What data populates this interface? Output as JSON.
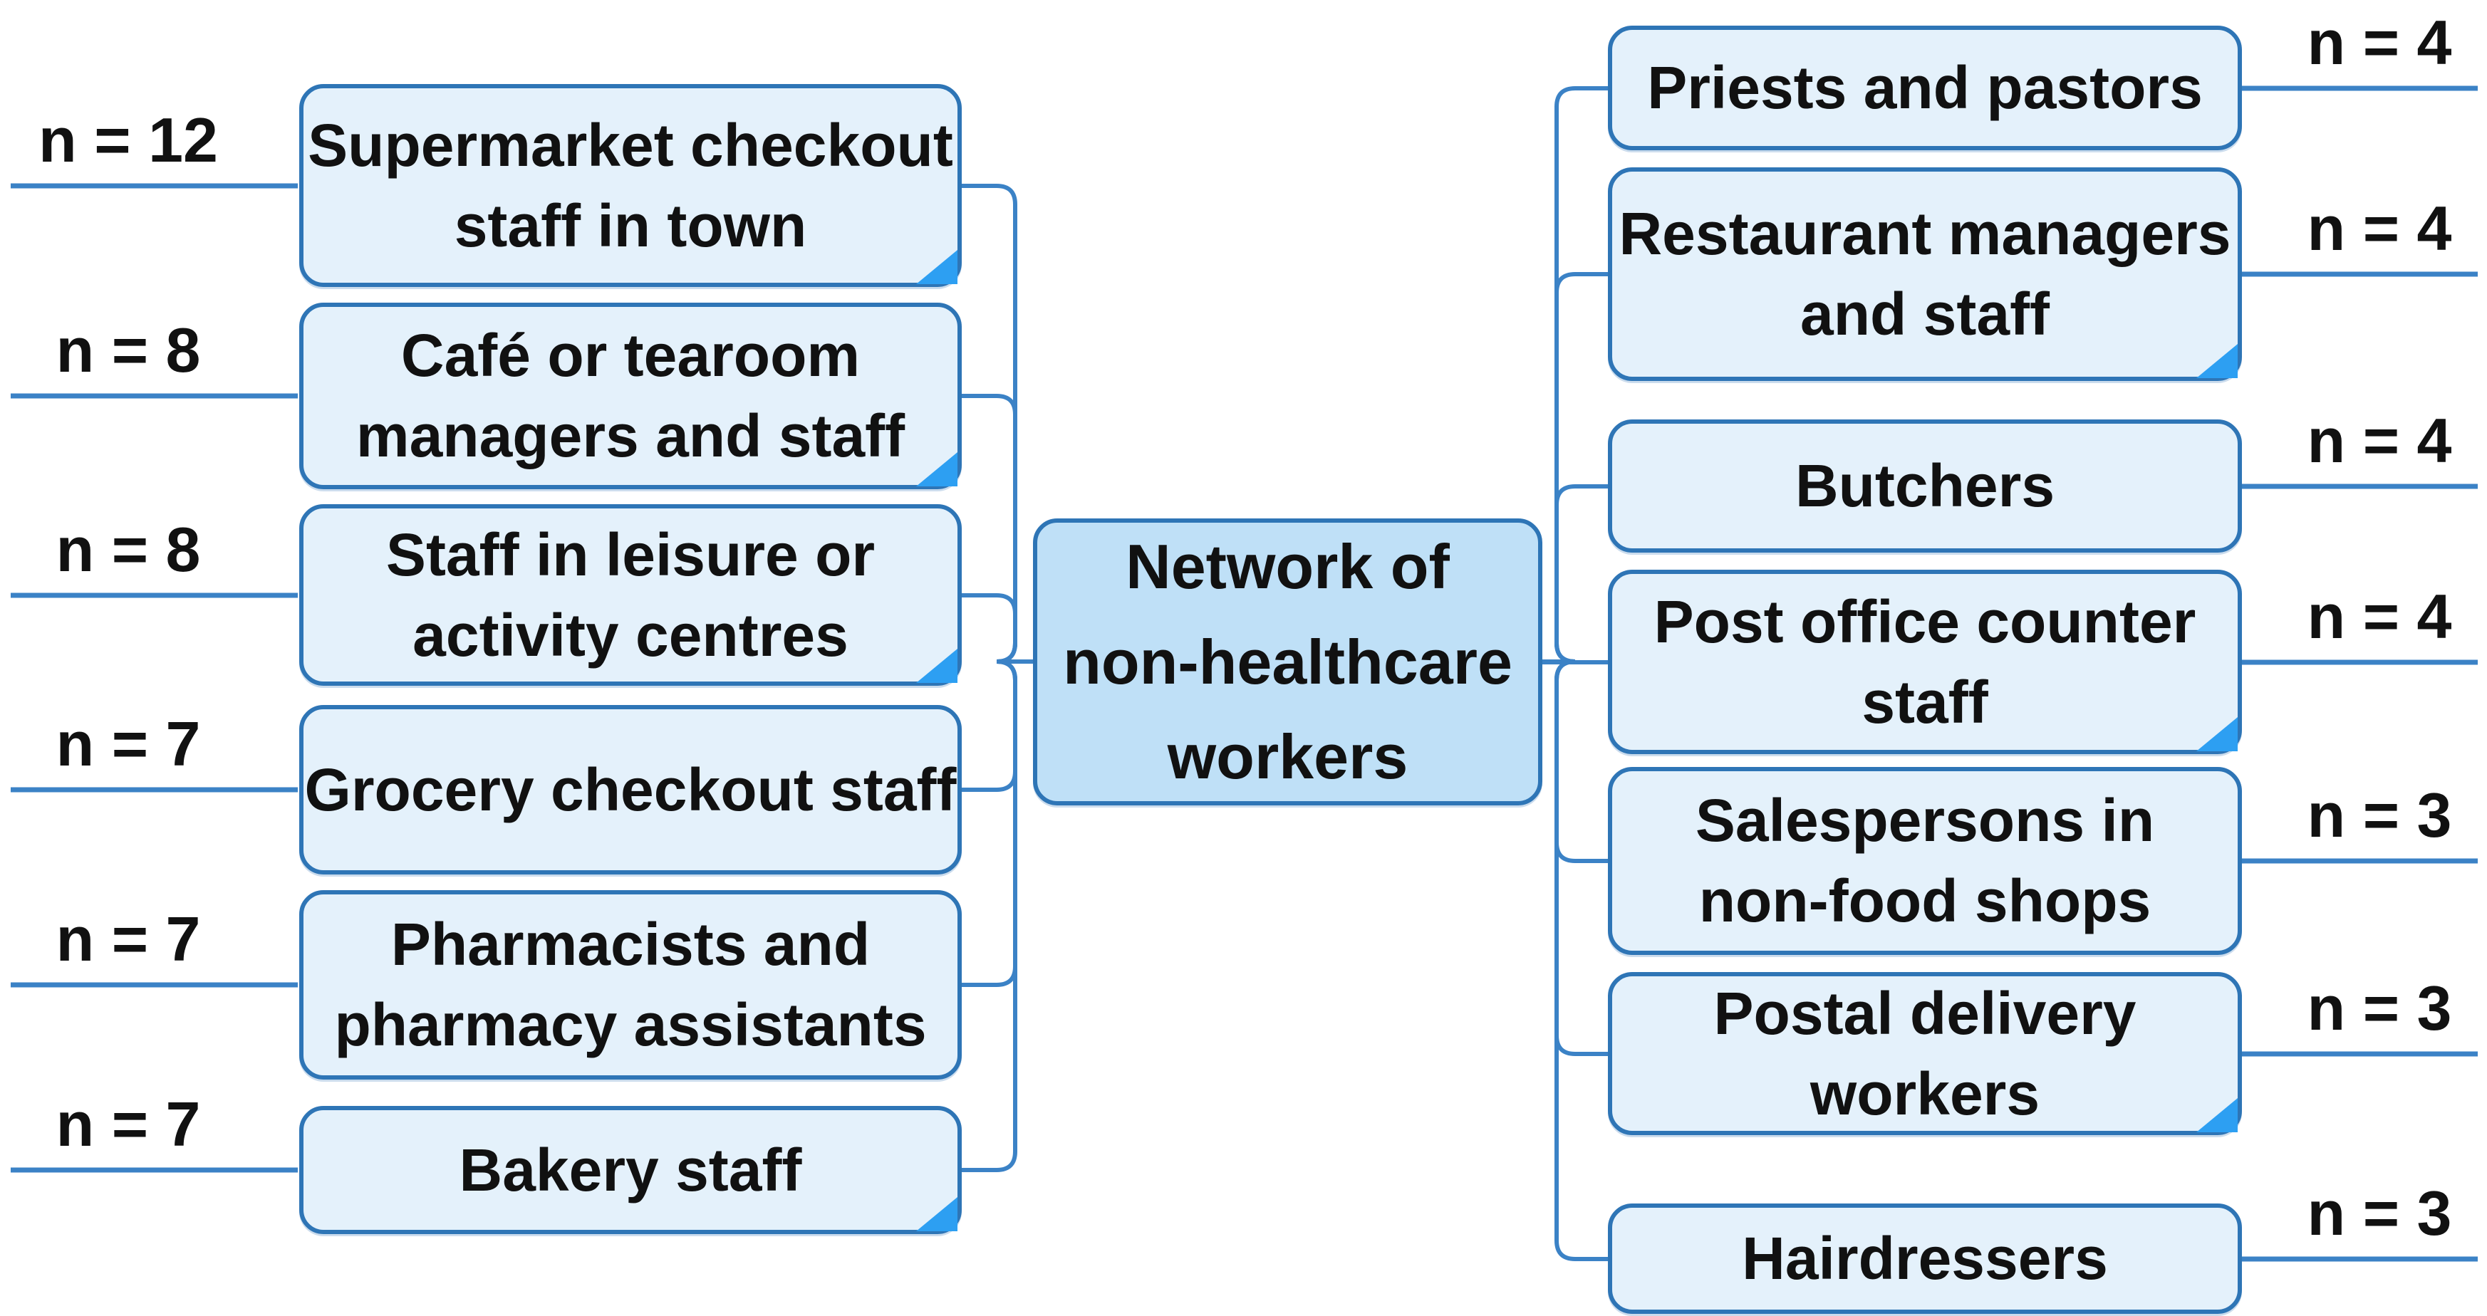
{
  "figure": {
    "background": "#ffffff"
  },
  "colors": {
    "node_fill": "#e4f1fb",
    "center_fill": "#bfe0f7",
    "border": "#2e75b6",
    "connector_line": "#3b82c6",
    "fold_triangle": "#2d9ff2",
    "text": "#111111"
  },
  "center_node": {
    "lines": [
      "Network of",
      "non-healthcare",
      "workers"
    ]
  },
  "left_nodes": [
    {
      "id": "supermarket-checkout-staff",
      "lines": [
        "Supermarket checkout",
        "staff in town"
      ],
      "n": 12,
      "n_label": "n = 12",
      "fold": true
    },
    {
      "id": "cafe-tearoom-staff",
      "lines": [
        "Café or tearoom",
        "managers and staff"
      ],
      "n": 8,
      "n_label": "n = 8",
      "fold": true
    },
    {
      "id": "leisure-activity-staff",
      "lines": [
        "Staff in leisure or",
        "activity centres"
      ],
      "n": 8,
      "n_label": "n = 8",
      "fold": true
    },
    {
      "id": "grocery-checkout-staff",
      "lines": [
        "Grocery checkout staff"
      ],
      "n": 7,
      "n_label": "n = 7",
      "fold": false
    },
    {
      "id": "pharmacists",
      "lines": [
        "Pharmacists and",
        "pharmacy assistants"
      ],
      "n": 7,
      "n_label": "n = 7",
      "fold": false
    },
    {
      "id": "bakery-staff",
      "lines": [
        "Bakery staff"
      ],
      "n": 7,
      "n_label": "n = 7",
      "fold": true
    }
  ],
  "right_nodes": [
    {
      "id": "priests-pastors",
      "lines": [
        "Priests and pastors"
      ],
      "n": 4,
      "n_label": "n = 4",
      "fold": false
    },
    {
      "id": "restaurant-staff",
      "lines": [
        "Restaurant managers",
        "and staff"
      ],
      "n": 4,
      "n_label": "n = 4",
      "fold": true
    },
    {
      "id": "butchers",
      "lines": [
        "Butchers"
      ],
      "n": 4,
      "n_label": "n = 4",
      "fold": false
    },
    {
      "id": "post-office-staff",
      "lines": [
        "Post office counter",
        "staff"
      ],
      "n": 4,
      "n_label": "n = 4",
      "fold": true
    },
    {
      "id": "salespersons-non-food",
      "lines": [
        "Salespersons in",
        "non-food shops"
      ],
      "n": 3,
      "n_label": "n = 3",
      "fold": false
    },
    {
      "id": "postal-delivery-workers",
      "lines": [
        "Postal delivery",
        "workers"
      ],
      "n": 3,
      "n_label": "n = 3",
      "fold": true
    },
    {
      "id": "hairdressers",
      "lines": [
        "Hairdressers"
      ],
      "n": 3,
      "n_label": "n = 3",
      "fold": false
    }
  ]
}
